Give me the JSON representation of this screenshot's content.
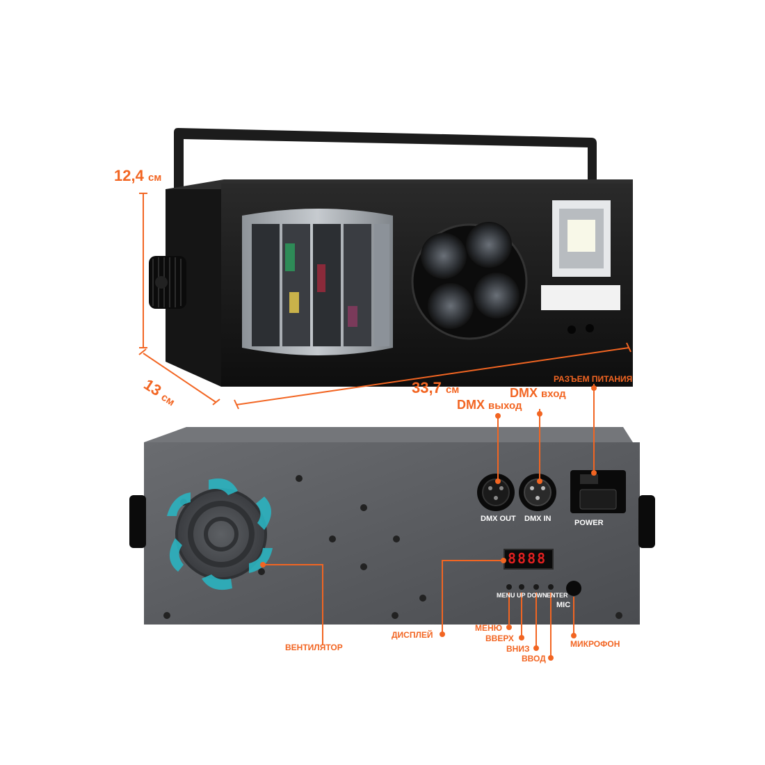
{
  "dimensions": {
    "height": {
      "value": "12,4",
      "unit": "см"
    },
    "depth": {
      "value": "13",
      "unit": "см"
    },
    "width": {
      "value": "33,7",
      "unit": "см"
    }
  },
  "callouts": {
    "power_socket": "РАЗЪЕМ ПИТАНИЯ",
    "dmx_in": {
      "name": "DMX",
      "word": "вход"
    },
    "dmx_out": {
      "name": "DMX",
      "word": "выход"
    },
    "fan": "ВЕНТИЛЯТОР",
    "display": "ДИСПЛЕЙ",
    "menu": "МЕНЮ",
    "up": "ВВЕРХ",
    "down": "ВНИЗ",
    "enter": "ВВОД",
    "microphone": "МИКРОФОН"
  },
  "panel_labels": {
    "dmx_out": "DMX OUT",
    "dmx_in": "DMX IN",
    "power": "POWER",
    "menu": "MENU",
    "up": "UP",
    "down": "DOWN",
    "enter": "ENTER",
    "mic": "MIC",
    "display_value": "8888"
  },
  "colors": {
    "accent": "#f26522",
    "body": "#1a1a1a",
    "rear_panel": "#55575b",
    "fan": "#2bb3c0"
  }
}
